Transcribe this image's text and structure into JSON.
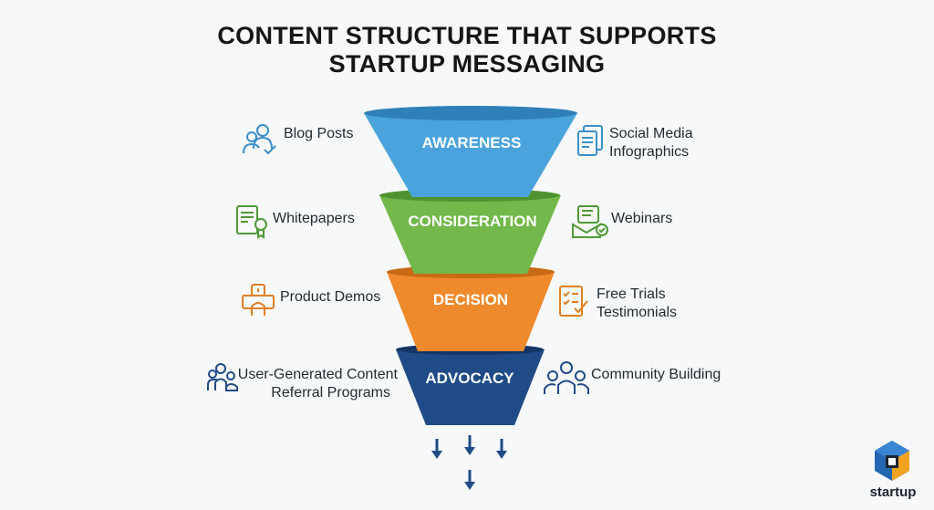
{
  "title": {
    "line1": "CONTENT STRUCTURE THAT SUPPORTS",
    "line2": "STARTUP MESSAGING"
  },
  "stages": [
    {
      "name": "AWARENESS",
      "color": "#4aa3dd",
      "rim": "#2f7fb8",
      "left": [
        "Blog Posts"
      ],
      "right": [
        "Social Media",
        "Infographics"
      ]
    },
    {
      "name": "CONSIDERATION",
      "color": "#72b84a",
      "rim": "#4f9330",
      "left": [
        "Whitepapers"
      ],
      "right": [
        "Webinars"
      ]
    },
    {
      "name": "DECISION",
      "color": "#ee8a2c",
      "rim": "#c96b16",
      "left": [
        "Product Demos"
      ],
      "right": [
        "Free Trials",
        "Testimonials"
      ]
    },
    {
      "name": "ADVOCACY",
      "color": "#1f4b86",
      "rim": "#143564",
      "left": [
        "User-Generated Content",
        "Referral Programs"
      ],
      "right": [
        "Community Building"
      ]
    }
  ],
  "icons": {
    "awareness_left": "people-check-icon",
    "awareness_right": "documents-icon",
    "consideration_left": "certificate-document-icon",
    "consideration_right": "envelope-check-icon",
    "decision_left": "product-demo-icon",
    "decision_right": "checklist-icon",
    "advocacy_left": "user-group-icon",
    "advocacy_right": "community-group-icon"
  },
  "brand": {
    "name": "startup"
  },
  "colors": {
    "arrow": "#1f4b86",
    "title": "#151515"
  }
}
